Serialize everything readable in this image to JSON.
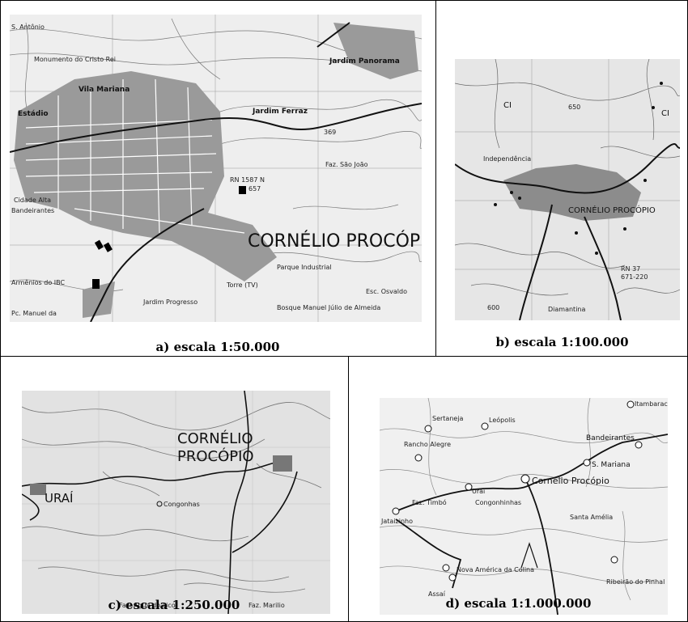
{
  "panels": [
    {
      "id": "a",
      "caption": "a) escala 1:50.000",
      "labels": {
        "city": "CORNÉLIO PROCÓPIO",
        "l1": "S. Antônio",
        "l2": "Monumento do Cristo Rei",
        "l3": "Vila Mariana",
        "l4": "Jardim Panorama",
        "l5": "Jardim Ferraz",
        "l6": "Estádio",
        "l7": "Faz. São João",
        "l8": "Parque Industrial",
        "l9": "Jardim Progresso",
        "l10": "Esc. Osvaldo",
        "l11": "Bosque Manuel Júlio de Almeida",
        "l12": "Pc. Manuel da",
        "l13": "Armênios do IBC",
        "l14": "Torre (TV)",
        "l15": "Cidade Alta",
        "l16": "RN 1587 N",
        "l17": "657",
        "l18": "Bandeirantes",
        "l19": "369"
      }
    },
    {
      "id": "b",
      "caption": "b) escala 1:100.000",
      "labels": {
        "city": "CORNÉLIO PROCÓPIO",
        "l1": "Independência",
        "l2": "Diamantina",
        "l3": "RN 37",
        "l4": "671-220",
        "l5": "CI",
        "l6": "CI",
        "l7": "650",
        "l8": "600"
      }
    },
    {
      "id": "c",
      "caption": "c) escala 1:250.000",
      "labels": {
        "city1": "CORNÉLIO",
        "city2": "PROCÓPIO",
        "l1": "URAÍ",
        "l2": "Congonhas",
        "l3": "Faz. Agua do Lico",
        "l4": "Faz. Marilio"
      }
    },
    {
      "id": "d",
      "caption": "d) escala 1:1.000.000",
      "labels": {
        "city": "Cornélio Procópio",
        "l1": "Sertaneja",
        "l2": "Leópolis",
        "l3": "Itambaracá",
        "l4": "Rancho Alegre",
        "l5": "Bandeirantes",
        "l6": "S. Mariana",
        "l7": "Uraí",
        "l8": "Congonhinhas",
        "l9": "Santa Amélia",
        "l10": "Nova América da Colina",
        "l11": "Assaí",
        "l12": "Ribeirão do Pinhal",
        "l13": "Jataizinho",
        "l14": "Faz. Timbó"
      }
    }
  ]
}
